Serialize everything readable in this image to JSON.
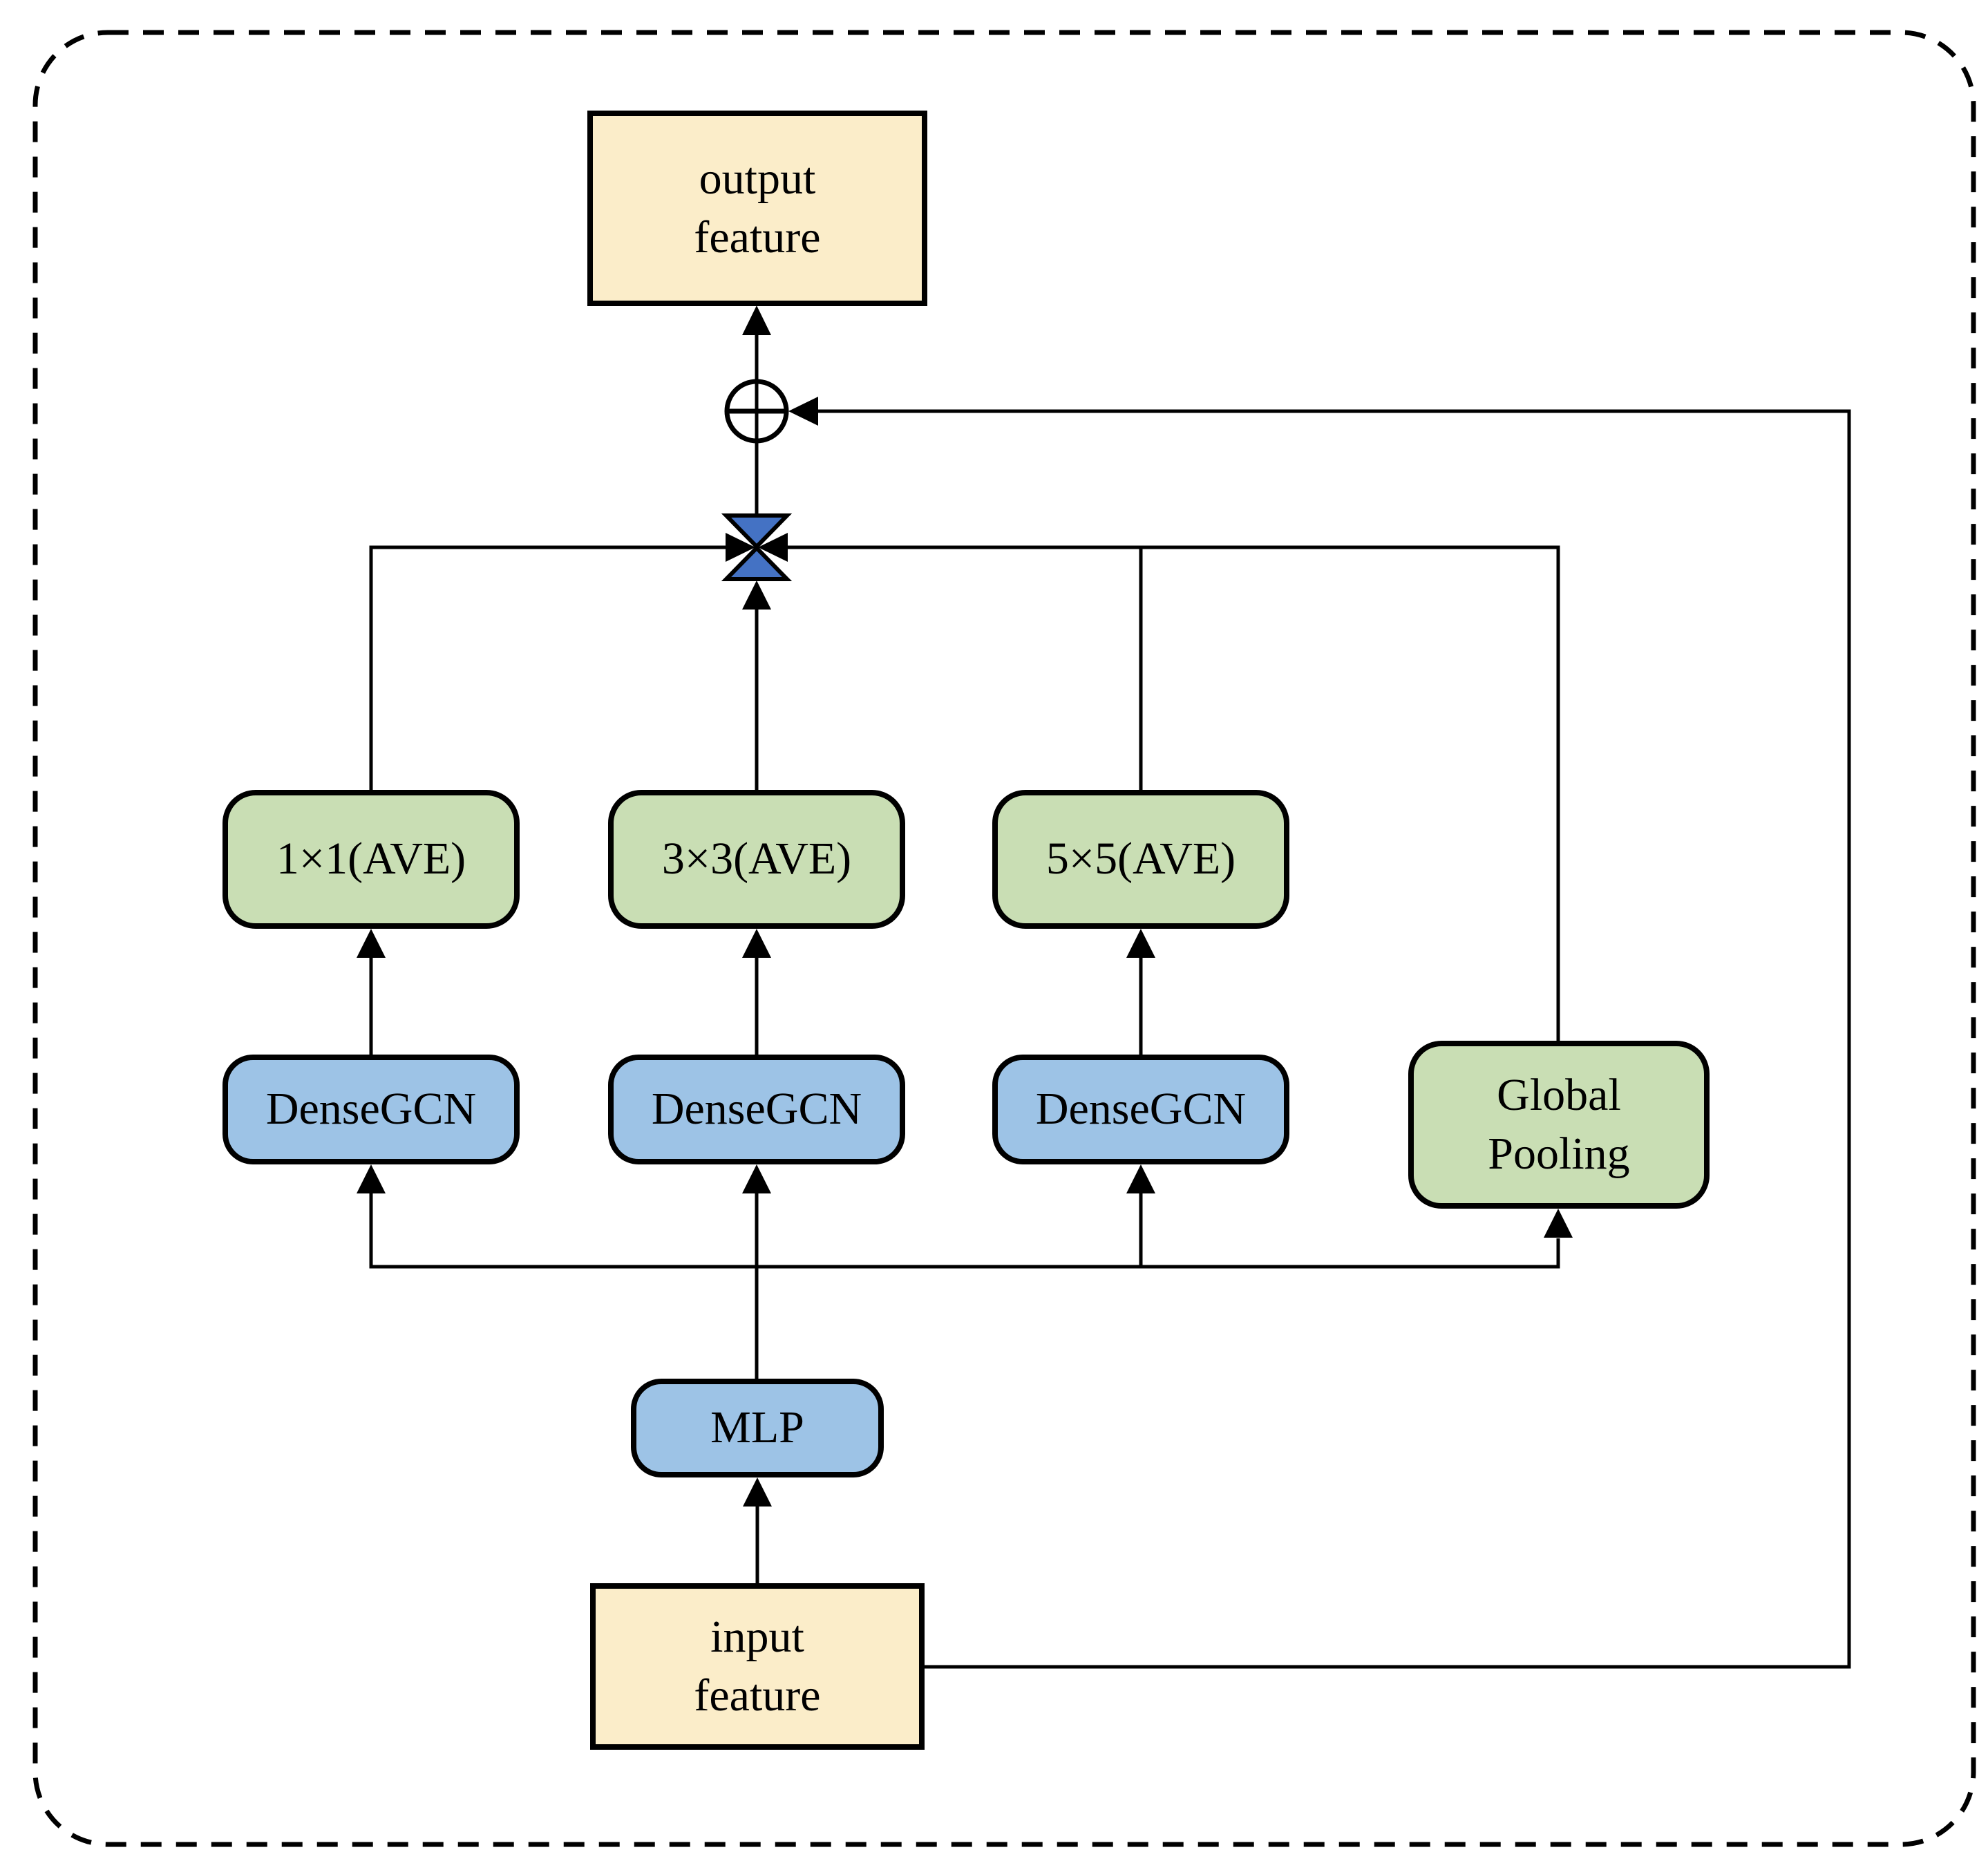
{
  "diagram": {
    "nodes": {
      "output_feature": {
        "line1": "output",
        "line2": "feature"
      },
      "ave_1x1": {
        "label": "1×1(AVE)"
      },
      "ave_3x3": {
        "label": "3×3(AVE)"
      },
      "ave_5x5": {
        "label": "5×5(AVE)"
      },
      "densegcn_left": {
        "label": "DenseGCN"
      },
      "densegcn_mid": {
        "label": "DenseGCN"
      },
      "densegcn_right": {
        "label": "DenseGCN"
      },
      "global_pooling": {
        "line1": "Global",
        "line2": "Pooling"
      },
      "mlp": {
        "label": "MLP"
      },
      "input_feature": {
        "line1": "input",
        "line2": "feature"
      }
    },
    "icons": {
      "add": "circle-plus-icon",
      "concat": "concat-hourglass-icon"
    },
    "colors": {
      "bg": "#FFFFFF",
      "cream": "#FBEDC9",
      "green": "#C9DEB4",
      "blue": "#9DC3E6",
      "concat_blue": "#4472C4",
      "line": "#000000"
    }
  }
}
